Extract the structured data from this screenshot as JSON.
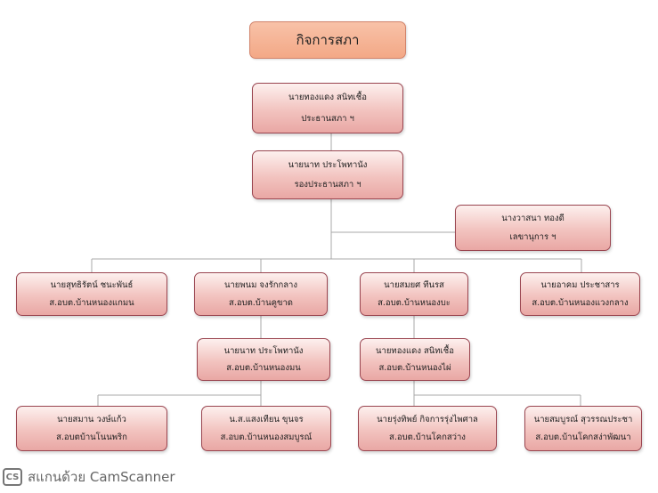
{
  "title": "กิจการสภา",
  "nodes": {
    "president": {
      "name": "นายทองแดง สนิทเชื้อ",
      "role": "ประธานสภา ฯ"
    },
    "vice_president": {
      "name": "นายนาท ประโพทานัง",
      "role": "รองประธานสภา ฯ"
    },
    "secretary": {
      "name": "นางวาสนา ทองดี",
      "role": "เลขานุการ ฯ"
    },
    "m1": {
      "name": "นายสุทธิรัตน์ ชนะพันธ์",
      "role": "ส.อบต.บ้านหนองแกมน"
    },
    "m2": {
      "name": "นายพนม จงรักกลาง",
      "role": "ส.อบต.บ้านคูขาด"
    },
    "m3": {
      "name": "นายสมยศ ทีนรส",
      "role": "ส.อบต.บ้านหนองบะ"
    },
    "m4": {
      "name": "นายอาคม ประชาสาร",
      "role": "ส.อบต.บ้านหนองแวงกลาง"
    },
    "m5": {
      "name": "นายนาท ประโพทานัง",
      "role": "ส.อบต.บ้านหนองมน"
    },
    "m6": {
      "name": "นายทองแดง สนิทเชื้อ",
      "role": "ส.อบต.บ้านหนองไผ่"
    },
    "m7": {
      "name": "นายสมาน วงษ์แก้ว",
      "role": "ส.อบตบ้านโนนพริก"
    },
    "m8": {
      "name": "น.ส.แสงเทียน ขุนจร",
      "role": "ส.อบต.บ้านหนองสมบูรณ์"
    },
    "m9": {
      "name": "นายรุ่งทิพย์ กิจการรุ่งไพศาล",
      "role": "ส.อบต.บ้านโคกสว่าง"
    },
    "m10": {
      "name": "นายสมบูรณ์ สุวรรณประชา",
      "role": "ส.อบต.บ้านโคกสง่าพัฒนา"
    }
  },
  "watermark": {
    "logo": "CS",
    "text": "สแกนด้วย CamScanner"
  }
}
